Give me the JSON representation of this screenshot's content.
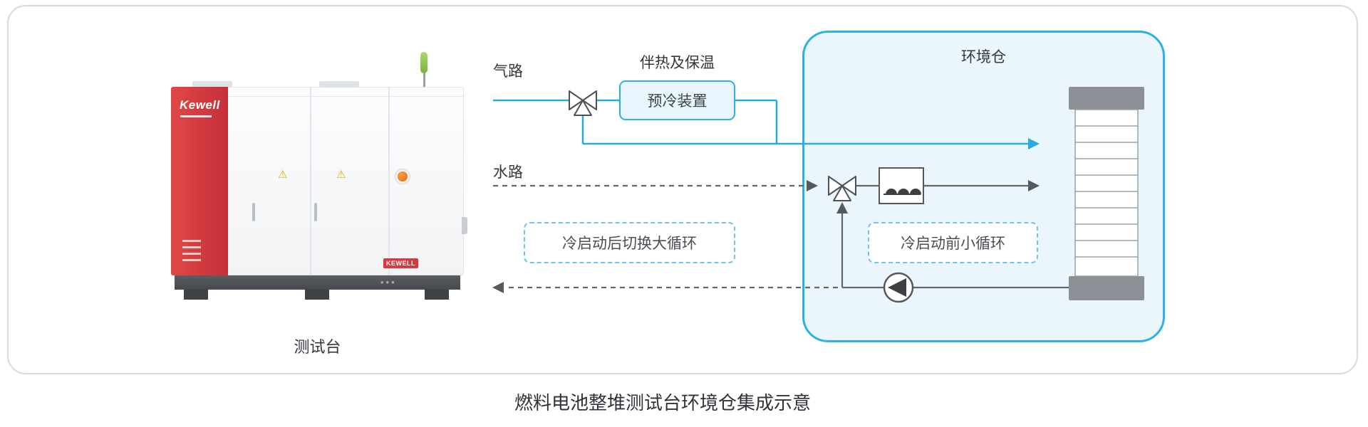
{
  "caption": "燃料电池整堆测试台环境仓集成示意",
  "test_bench": {
    "label": "测试台",
    "brand": "Kewell",
    "badge": "KEWELL",
    "warning_glyph": "⚠",
    "base_dots": "•••"
  },
  "gas_path": {
    "label": "气路",
    "heat_trace_label": "伴热及保温",
    "precool_label": "预冷装置"
  },
  "water_path": {
    "label": "水路",
    "big_loop_label": "冷启动后切换大循环"
  },
  "chamber": {
    "label": "环境仓",
    "small_loop_label": "冷启动前小循环"
  },
  "colors": {
    "accent_blue": "#2fb0e5",
    "chamber_fill": "#ebf6fc",
    "line_gray": "#60666b",
    "brand_red": "#d8393f",
    "stack_gray": "#8b9096"
  }
}
